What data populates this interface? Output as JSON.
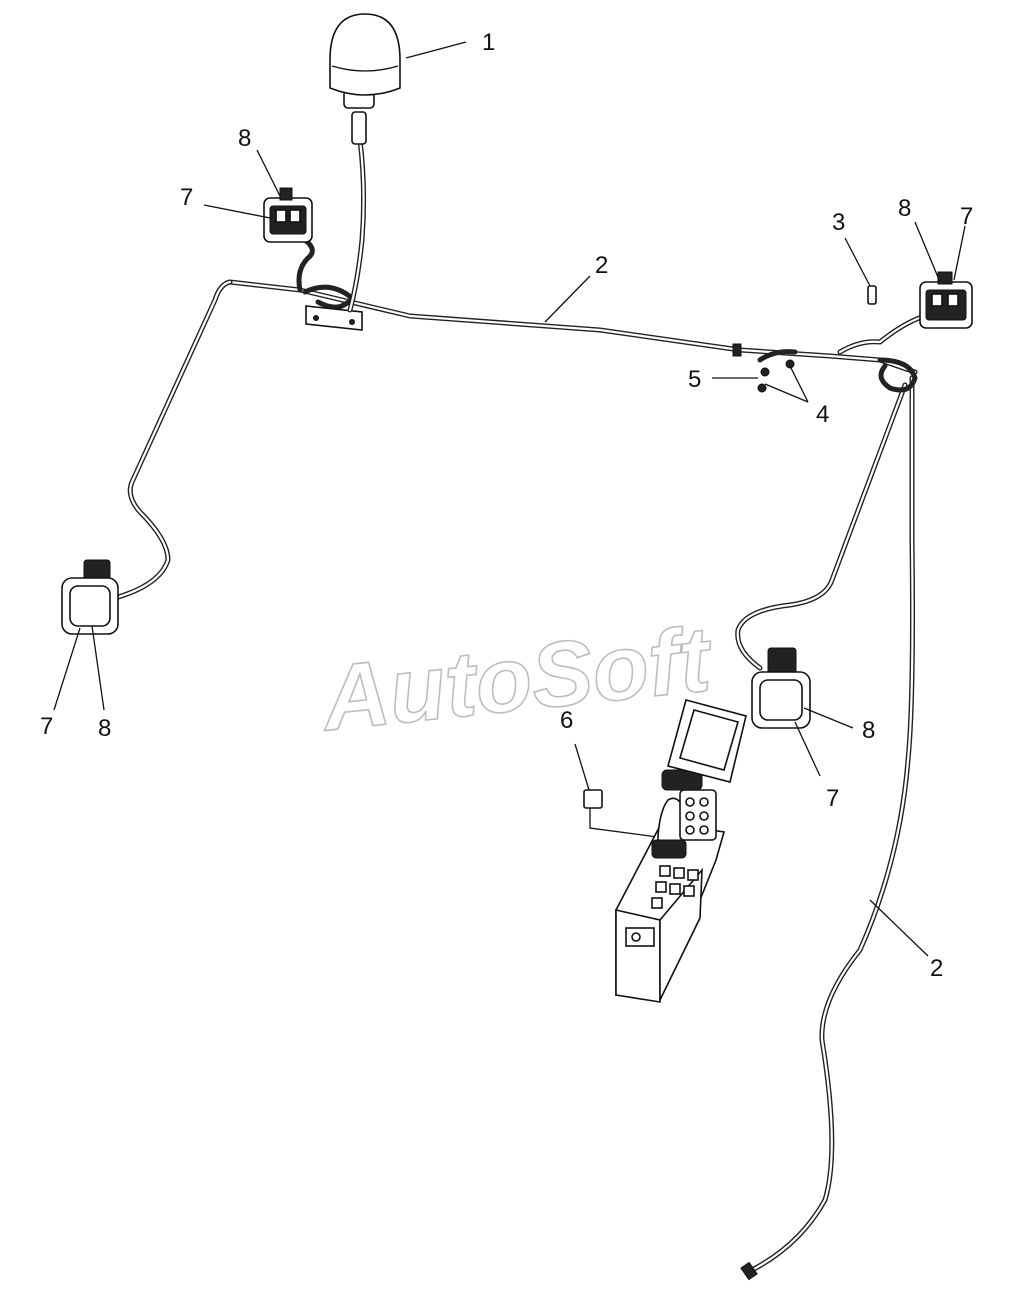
{
  "watermark": "AutoSoft",
  "callouts": {
    "c1": "1",
    "c2a": "2",
    "c2b": "2",
    "c3": "3",
    "c4": "4",
    "c5": "5",
    "c6": "6",
    "c7a": "7",
    "c8a": "8",
    "c7b": "7",
    "c8b": "8",
    "c7c": "7",
    "c8c": "8",
    "c7d": "7",
    "c8d": "8"
  }
}
